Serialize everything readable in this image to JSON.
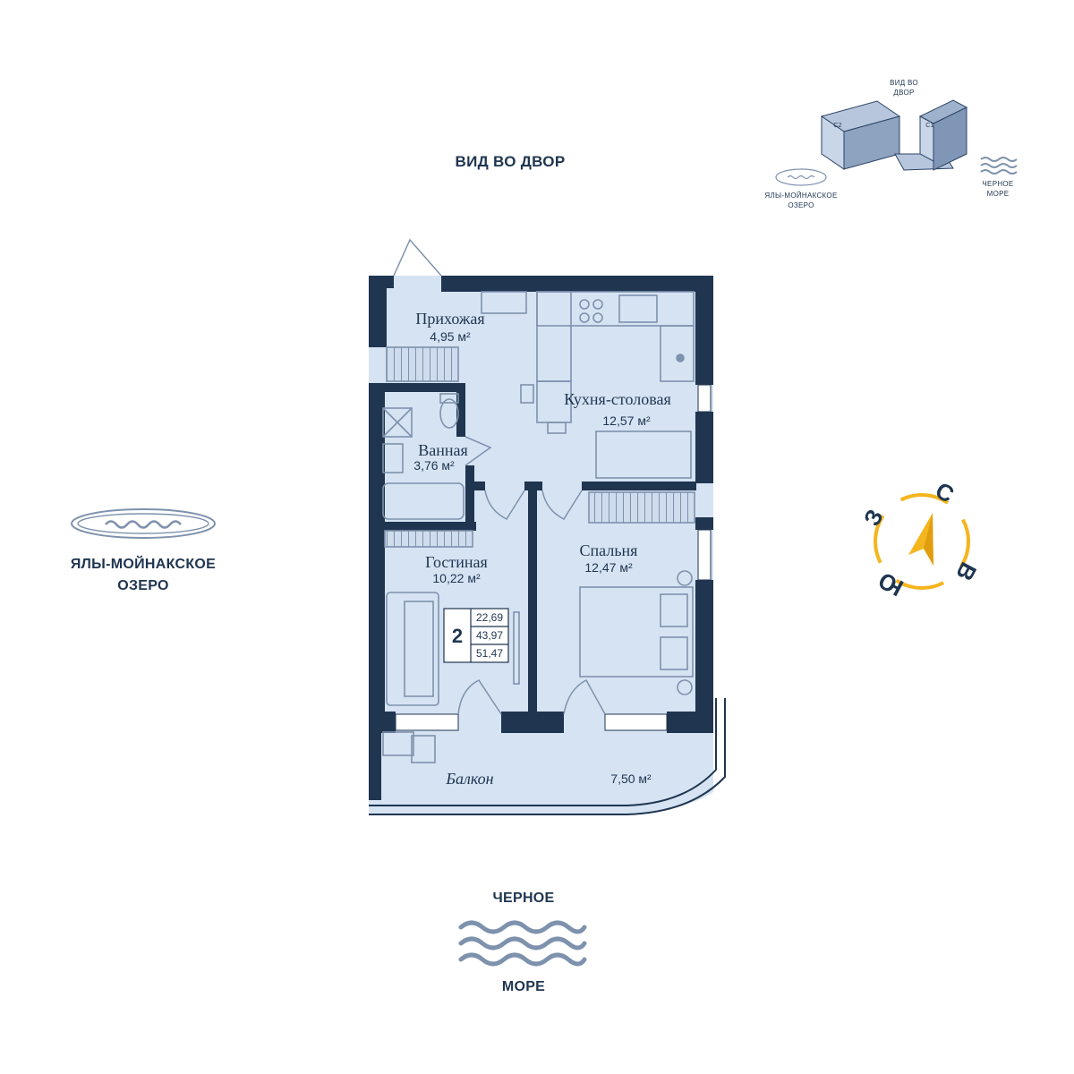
{
  "orientation": {
    "top_view": "ВИД ВО ДВОР",
    "lake": "ЯЛЫ-МОЙНАКСКОЕ ОЗЕРО",
    "lake_line1": "ЯЛЫ-МОЙНАКСКОЕ",
    "lake_line2": "ОЗЕРО",
    "sea_line1": "ЧЕРНОЕ",
    "sea_line2": "МОРЕ"
  },
  "keyplan": {
    "courtyard_line1": "ВИД ВО",
    "courtyard_line2": "ДВОР",
    "block_c2": "С2",
    "block_c1": "С1",
    "lake_line1": "ЯЛЫ-МОЙНАКСКОЕ",
    "lake_line2": "ОЗЕРО",
    "sea_line1": "ЧЕРНОЕ",
    "sea_line2": "МОРЕ"
  },
  "compass": {
    "north": "С",
    "west": "З",
    "south": "Ю",
    "east": "В",
    "color": "#f5b51d"
  },
  "rooms": {
    "hall": {
      "name": "Прихожая",
      "area": "4,95 м²"
    },
    "kitchen": {
      "name": "Кухня-столовая",
      "area": "12,57 м²"
    },
    "bath": {
      "name": "Ванная",
      "area": "3,76 м²"
    },
    "living": {
      "name": "Гостиная",
      "area": "10,22 м²"
    },
    "bedroom": {
      "name": "Спальня",
      "area": "12,47 м²"
    },
    "balcony": {
      "name": "Балкон",
      "area": "7,50 м²"
    }
  },
  "summary": {
    "rooms_count": "2",
    "living_area": "22,69",
    "total_area": "43,97",
    "area_with_balcony": "51,47"
  },
  "colors": {
    "wall": "#1f3550",
    "floor": "#d6e3f3",
    "furniture": "#7e92ad",
    "text": "#1f3550"
  }
}
